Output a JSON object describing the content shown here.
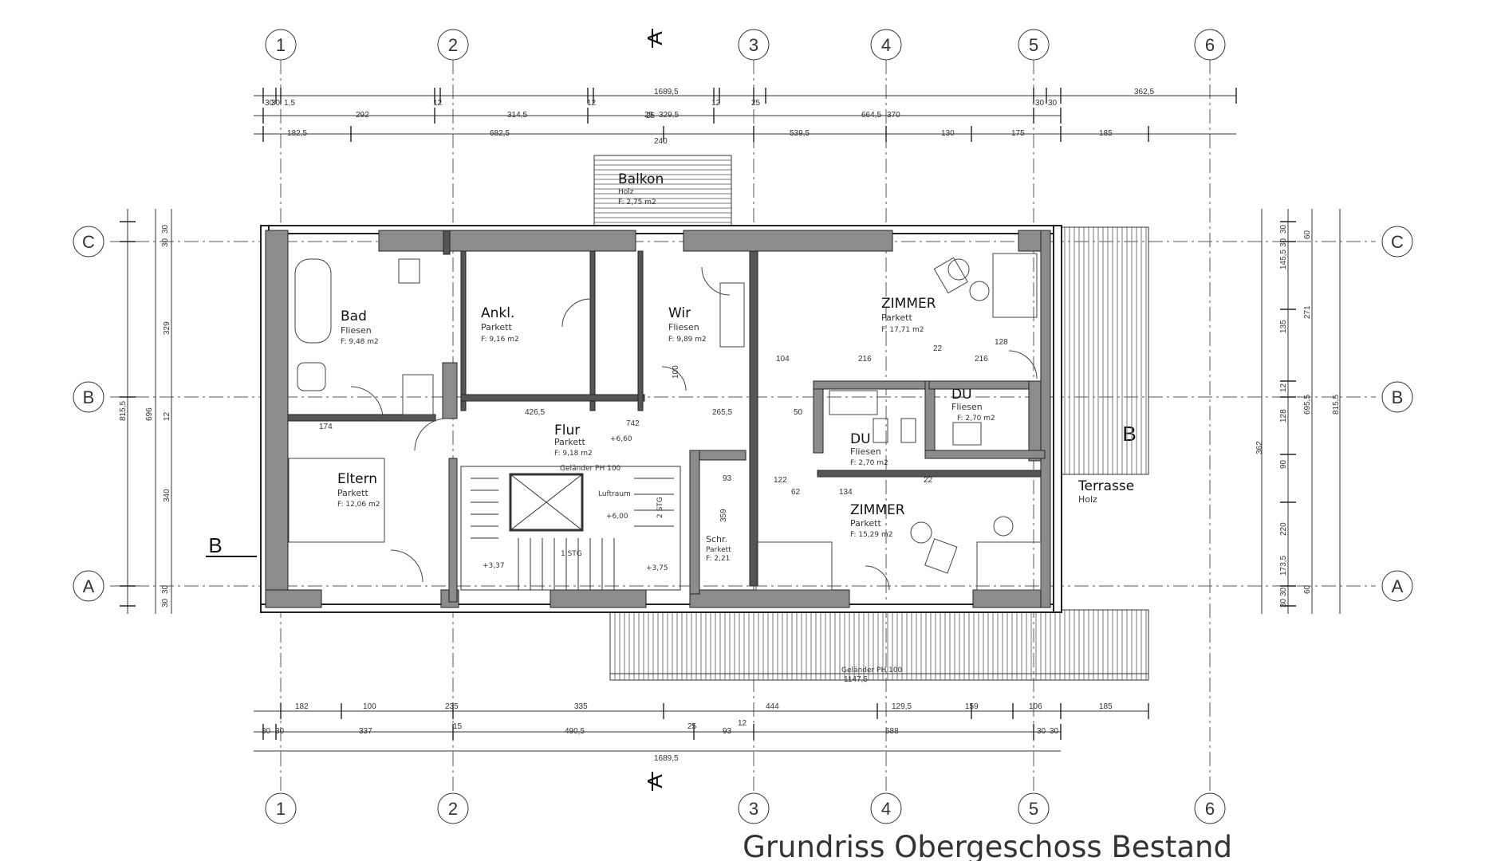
{
  "title": "Grundriss Obergeschoss Bestand",
  "axes": {
    "columns": [
      "1",
      "2",
      "3",
      "4",
      "5",
      "6"
    ],
    "rows": [
      "C",
      "B",
      "A"
    ]
  },
  "section_marks": {
    "vertical": "A",
    "horizontal": "B"
  },
  "rooms": [
    {
      "id": "bad",
      "name": "Bad",
      "floor": "Fliesen",
      "area": "F: 9,48 m2"
    },
    {
      "id": "ankl",
      "name": "Ankl.",
      "floor": "Parkett",
      "area": "F: 9,16 m2"
    },
    {
      "id": "wir",
      "name": "Wir",
      "floor": "Fliesen",
      "area": "F: 9,89 m2"
    },
    {
      "id": "zimmer1",
      "name": "ZIMMER",
      "floor": "Parkett",
      "area": "F: 17,71 m2"
    },
    {
      "id": "du1",
      "name": "DU",
      "floor": "Fliesen",
      "area": "F: 2,70 m2"
    },
    {
      "id": "flur",
      "name": "Flur",
      "floor": "Parkett",
      "area": "F: 9,18 m2"
    },
    {
      "id": "du2",
      "name": "DU",
      "floor": "Fliesen",
      "area": "F: 2,70 m2"
    },
    {
      "id": "eltern",
      "name": "Eltern",
      "floor": "Parkett",
      "area": "F: 12,06 m2"
    },
    {
      "id": "zimmer2",
      "name": "ZIMMER",
      "floor": "Parkett",
      "area": "F: 15,29 m2"
    },
    {
      "id": "schr",
      "name": "Schr.",
      "floor": "Parkett",
      "area": "F: 2,21"
    },
    {
      "id": "balkon",
      "name": "Balkon",
      "floor": "Holz",
      "area": "F: 2,75 m2"
    },
    {
      "id": "terrasse",
      "name": "Terrasse",
      "floor": "Holz",
      "area": ""
    }
  ],
  "notes": {
    "gelaender_top": "Geländer PH 100",
    "gelaender_bottom": "Geländer PH 100",
    "luftraum": "Luftraum",
    "level_flur": "+6,60",
    "level_stair": "+6,00",
    "level_down": "+3,37",
    "level_down2": "+3,75",
    "stair_count": "1 STG",
    "stair_count2": "2 STG"
  },
  "dims_top_row1": [
    "30",
    "30",
    "1,5",
    "292",
    "12",
    "314,5",
    "12",
    "25",
    "329,5",
    "12",
    "25",
    "664,5",
    "370",
    "30",
    "30",
    "362,5"
  ],
  "dims_top_row2": [
    "182,5",
    "682,5",
    "25",
    "539,5",
    "130",
    "175",
    "185"
  ],
  "dims_top_total": "1689,5",
  "dims_top_balkon": "240",
  "dims_bottom_row1": [
    "182",
    "100",
    "235",
    "335",
    "444",
    "129,5",
    "159",
    "106",
    "185"
  ],
  "dims_bottom_row2": [
    "30",
    "30",
    "337",
    "15",
    "490,5",
    "25",
    "93",
    "12",
    "588",
    "30",
    "30"
  ],
  "dims_bottom_total": "1689,5",
  "dims_bottom_terrace": "1147,5",
  "dims_left": [
    "30",
    "30",
    "329",
    "12",
    "340",
    "30",
    "30"
  ],
  "dims_left_total1": "696",
  "dims_left_total2": "815,5",
  "dims_right": [
    "30",
    "30",
    "145,5",
    "135",
    "12",
    "128",
    "90",
    "220",
    "173,5",
    "30",
    "30"
  ],
  "dims_right_sub": [
    "60",
    "271",
    "362",
    "60"
  ],
  "dims_right_total1": "695,5",
  "dims_right_total2": "815,5",
  "inner_dims": [
    "174",
    "426,5",
    "742",
    "265,5",
    "104",
    "216",
    "128",
    "216",
    "122",
    "62",
    "134",
    "22",
    "22",
    "93",
    "359",
    "100",
    "50"
  ]
}
